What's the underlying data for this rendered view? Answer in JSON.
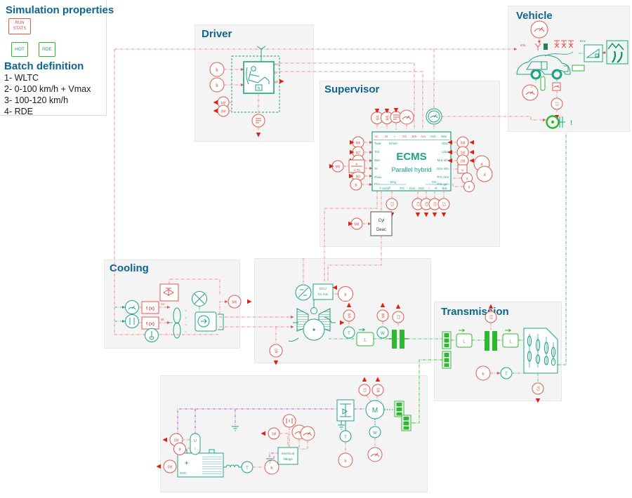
{
  "sim": {
    "title": "Simulation properties",
    "run_line1": "RUN",
    "run_line2": "STATS",
    "hot": "HOT",
    "rde": "RDE",
    "batch_title": "Batch definition",
    "batch_items": [
      "1- WLTC",
      "2- 0-100 km/h + Vmax",
      "3- 100-120 km/h",
      "4- RDE"
    ]
  },
  "panels": {
    "driver": "Driver",
    "supervisor": "Supervisor",
    "vehicle": "Vehicle",
    "cooling": "Cooling",
    "transmission": "Transmission"
  },
  "ecms": {
    "title": "ECMS",
    "subtitle": "Parallel hybrid",
    "group_driver": "Driver",
    "group_eng": "Eng",
    "group_gb": "Gb",
    "top_ports": [
      "Vc",
      "St",
      "I",
      "Gb",
      "Brk",
      "Acc",
      "Vvh",
      "Ww"
    ],
    "left_ports": [
      "Twat",
      "Toil",
      "Wie",
      "Te",
      "Paux",
      "Pm"
    ],
    "right_ports": [
      "SOC",
      "Ubat",
      "Mot info",
      "Gen info",
      "P/C mot",
      "P/C gen"
    ],
    "bottom_ports": [
      "T on/off",
      "P/c",
      "Gen",
      "Mot",
      "+",
      "R",
      "Brk"
    ]
  },
  "tags": {
    "m1": "M1",
    "m2": "M2",
    "m3": "M3",
    "m4": "M4",
    "m5": "M5",
    "m6": "M6",
    "m7": "M7",
    "m8": "M8",
    "m9": "M9",
    "c1": "C1",
    "c2": "C2",
    "c4": "C4",
    "c5": "C5",
    "c6": "C6",
    "c7": "C7",
    "k": "k",
    "n0": "N0",
    "u": "u",
    "t": "T",
    "w": "W",
    "l": "L",
    "motor": "M",
    "exclamation": "!"
  },
  "blocks": {
    "cyl_deac_line1": "Cyl",
    "cyl_deac_line2": "Deac",
    "ecu_line1": "ECU",
    "ecu_line2": "for ICE",
    "fx": "f (x)",
    "fittings_line1": "electrical",
    "fittings_line2": "fittings",
    "tf_num": "k",
    "tf_den": "1+Ts",
    "ui_u": "U",
    "ui_i": "I",
    "battery_plus": "+",
    "battery_minus": "-",
    "battery_soc": "SOC"
  },
  "vehicle_labels": {
    "env": "Env",
    "info": "info"
  },
  "driver_ports": {
    "acc": "acc",
    "br": "br",
    "gb": "gb"
  },
  "driver_block": {
    "gear": "N"
  },
  "cooling_labels": {
    "vv": "Vv",
    "w": "W",
    "tilde": "~"
  }
}
